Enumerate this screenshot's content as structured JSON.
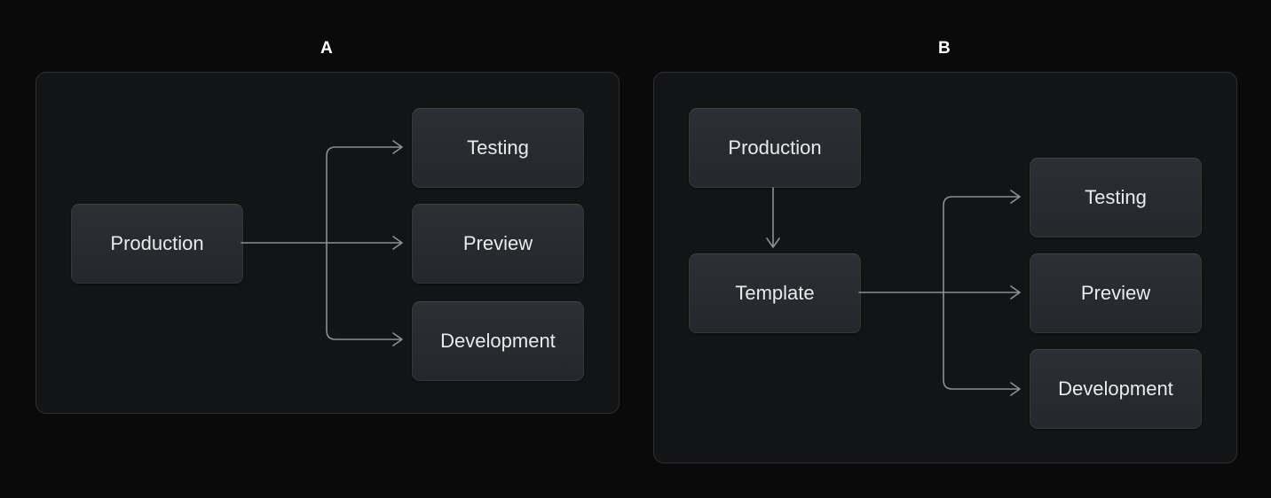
{
  "page": {
    "background_color": "#0a0a0b",
    "panel_background_color": "#131416",
    "panel_border_color": "#2f3033",
    "node_fill_color": "#2a2d32",
    "node_border_color": "#34373c",
    "node_text_color": "#e9eaec",
    "edge_color": "#8d9093",
    "title_color": "#ffffff"
  },
  "panels": [
    {
      "title": "A",
      "nodes": {
        "source": {
          "label": "Production"
        },
        "targets": [
          {
            "label": "Testing"
          },
          {
            "label": "Preview"
          },
          {
            "label": "Development"
          }
        ]
      },
      "edges": [
        {
          "from": "Production",
          "to": "Testing",
          "style": "elbow-arrow"
        },
        {
          "from": "Production",
          "to": "Preview",
          "style": "straight-arrow"
        },
        {
          "from": "Production",
          "to": "Development",
          "style": "elbow-arrow"
        }
      ]
    },
    {
      "title": "B",
      "nodes": {
        "source": {
          "label": "Production"
        },
        "intermediate": {
          "label": "Template"
        },
        "targets": [
          {
            "label": "Testing"
          },
          {
            "label": "Preview"
          },
          {
            "label": "Development"
          }
        ]
      },
      "edges": [
        {
          "from": "Production",
          "to": "Template",
          "style": "vertical-arrow"
        },
        {
          "from": "Template",
          "to": "Testing",
          "style": "elbow-arrow"
        },
        {
          "from": "Template",
          "to": "Preview",
          "style": "straight-arrow"
        },
        {
          "from": "Template",
          "to": "Development",
          "style": "elbow-arrow"
        }
      ]
    }
  ]
}
